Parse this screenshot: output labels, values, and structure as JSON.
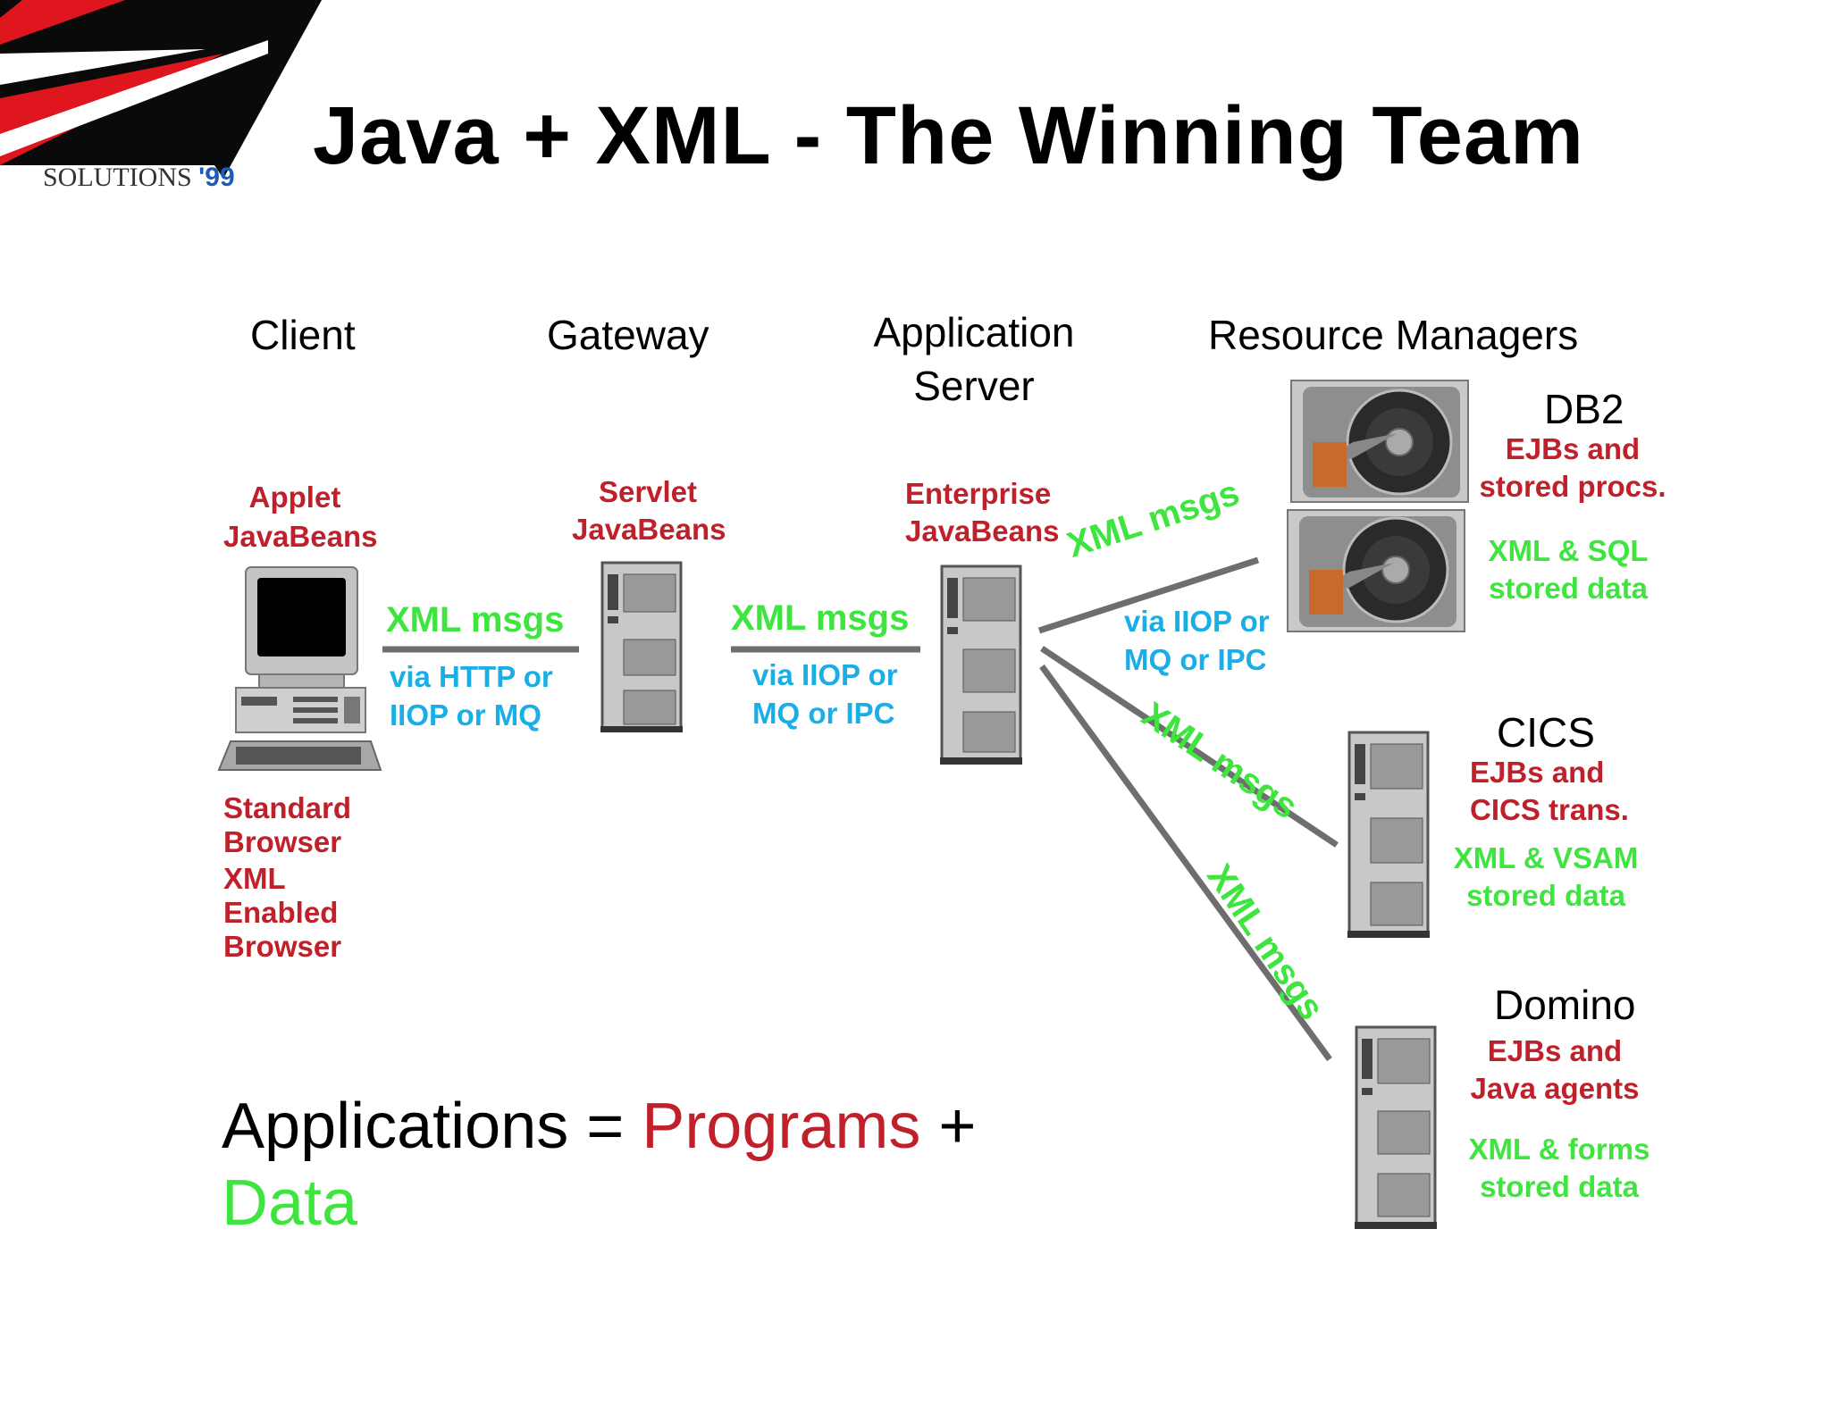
{
  "logo": {
    "text": "SOLUTIONS",
    "year": "'99"
  },
  "title": "Java + XML - The Winning Team",
  "columns": {
    "client": "Client",
    "gateway": "Gateway",
    "app_server_line1": "Application",
    "app_server_line2": "Server",
    "resource_managers": "Resource Managers"
  },
  "client": {
    "top_line1": "Applet",
    "top_line2": "JavaBeans",
    "bottom": [
      "Standard",
      "Browser",
      "XML",
      "Enabled",
      "Browser"
    ]
  },
  "gateway": {
    "line1": "Servlet",
    "line2": "JavaBeans"
  },
  "app_server": {
    "line1": "Enterprise",
    "line2": "JavaBeans"
  },
  "links": {
    "client_gateway": {
      "label": "XML msgs",
      "via1": "via HTTP or",
      "via2": "IIOP or  MQ"
    },
    "gateway_app": {
      "label": "XML msgs",
      "via1": "via IIOP or",
      "via2": "MQ or IPC"
    },
    "app_db2": {
      "label": "XML msgs",
      "via1": "via IIOP or",
      "via2": "MQ or IPC"
    },
    "app_cics": {
      "label": "XML msgs"
    },
    "app_domino": {
      "label": "XML msgs"
    }
  },
  "db2": {
    "name": "DB2",
    "prog1": "EJBs and",
    "prog2": "stored procs.",
    "data1": "XML & SQL",
    "data2": "stored data"
  },
  "cics": {
    "name": "CICS",
    "prog1": "EJBs and",
    "prog2": "CICS trans.",
    "data1": "XML & VSAM",
    "data2": "stored data"
  },
  "domino": {
    "name": "Domino",
    "prog1": "EJBs and",
    "prog2": "Java agents",
    "data1": "XML & forms",
    "data2": "stored data"
  },
  "equation": {
    "left": "Applications = ",
    "programs": "Programs",
    "plus": " +",
    "data": "Data"
  },
  "colors": {
    "red": "#c0202a",
    "green": "#3ee53e",
    "blue": "#1aaee6",
    "line": "#6e6e6e"
  }
}
